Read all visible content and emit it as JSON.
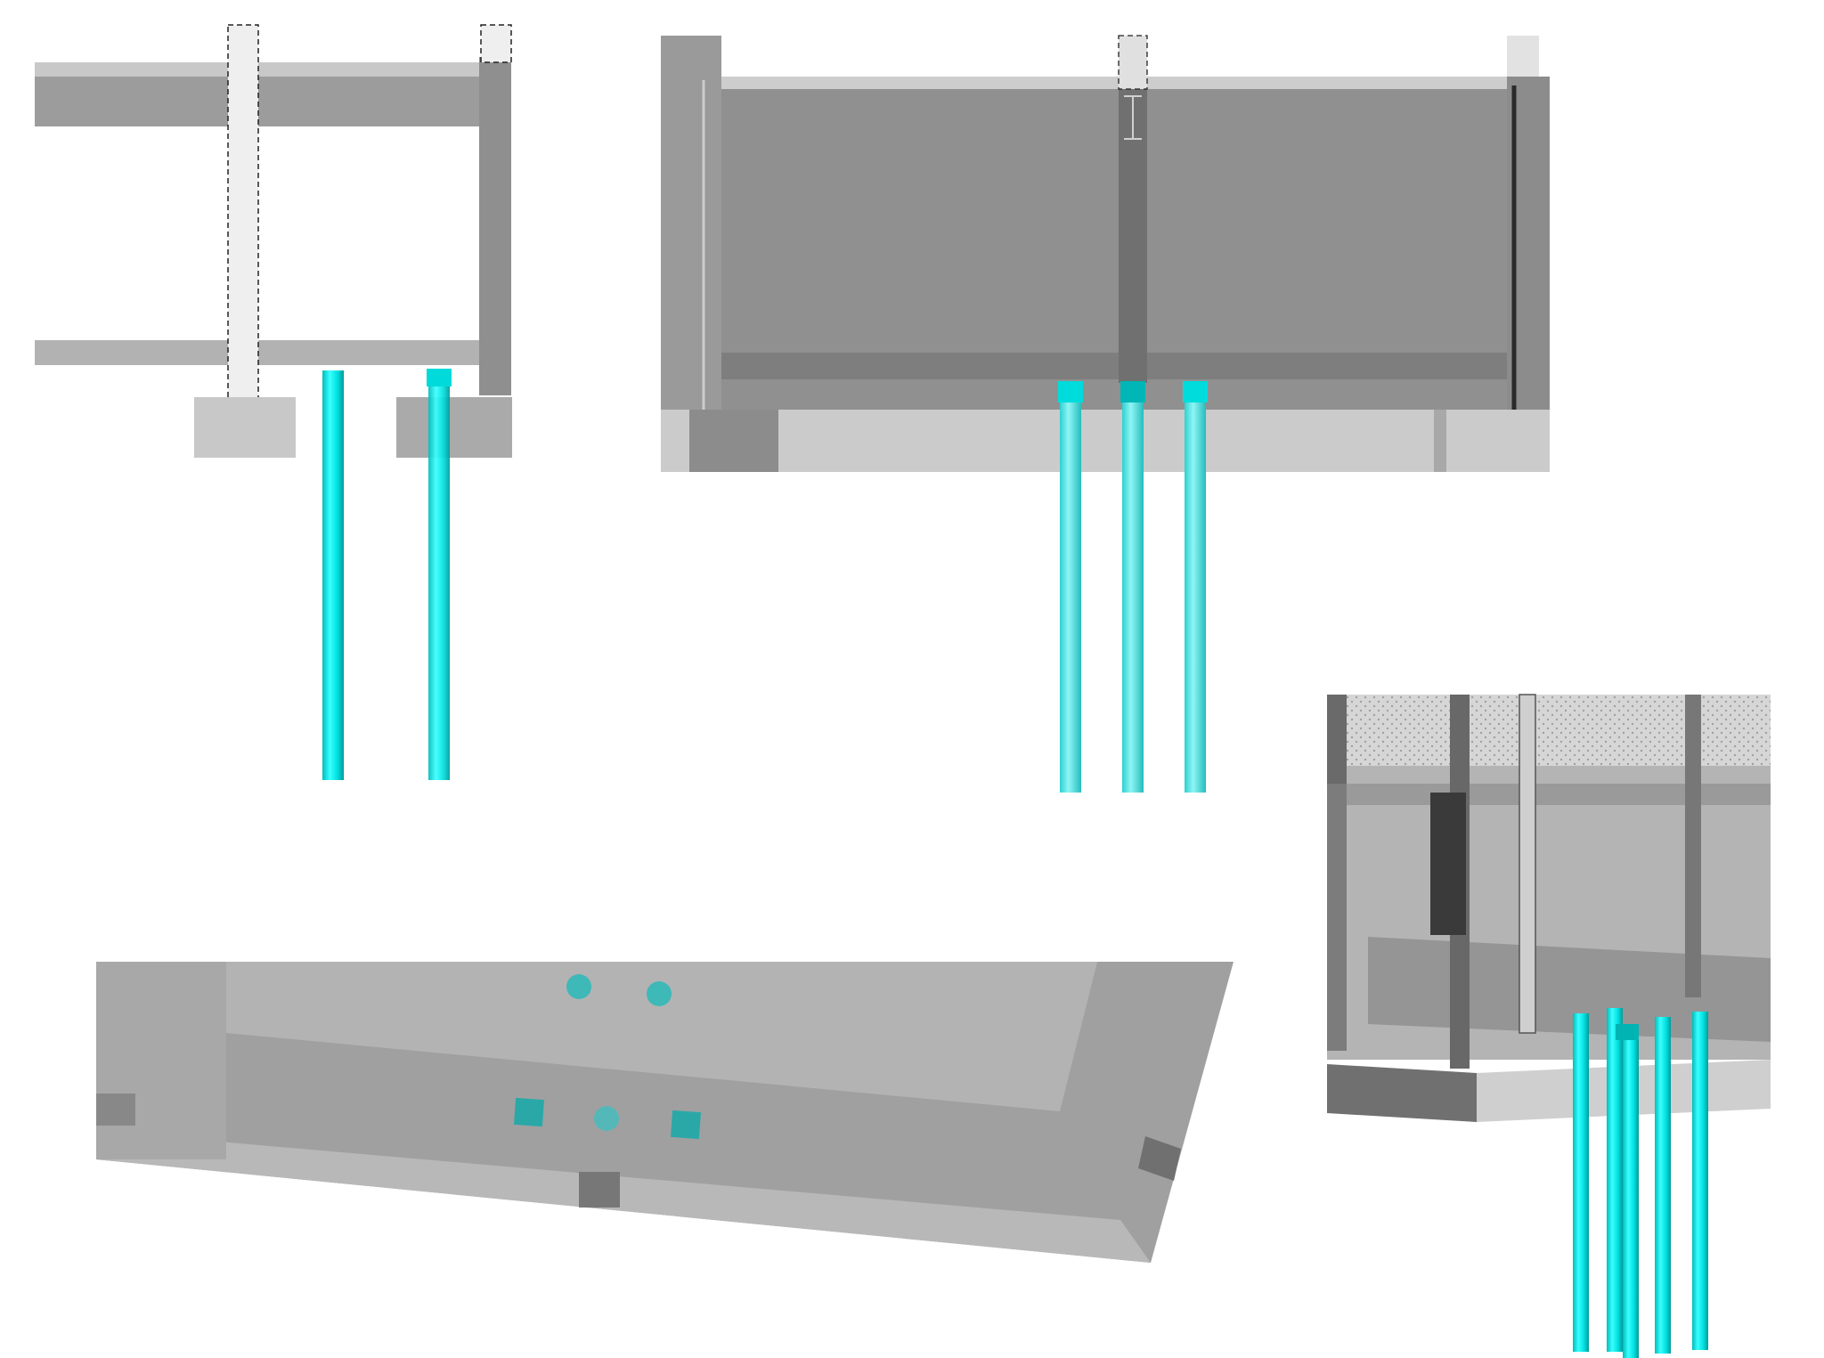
{
  "views": [
    {
      "id": "section-view",
      "piles": 2
    },
    {
      "id": "elevation-view",
      "piles": 3
    },
    {
      "id": "plan-view",
      "pile_markers": 5
    },
    {
      "id": "isometric-view",
      "piles": 5
    }
  ],
  "colors": {
    "background": "#ffffff",
    "concrete_dark": "#8e8e8e",
    "concrete_mid": "#a8a8a8",
    "concrete_light": "#c9c9c9",
    "pile": "#22e6e6",
    "pile_marker": "#3fb8b8"
  }
}
